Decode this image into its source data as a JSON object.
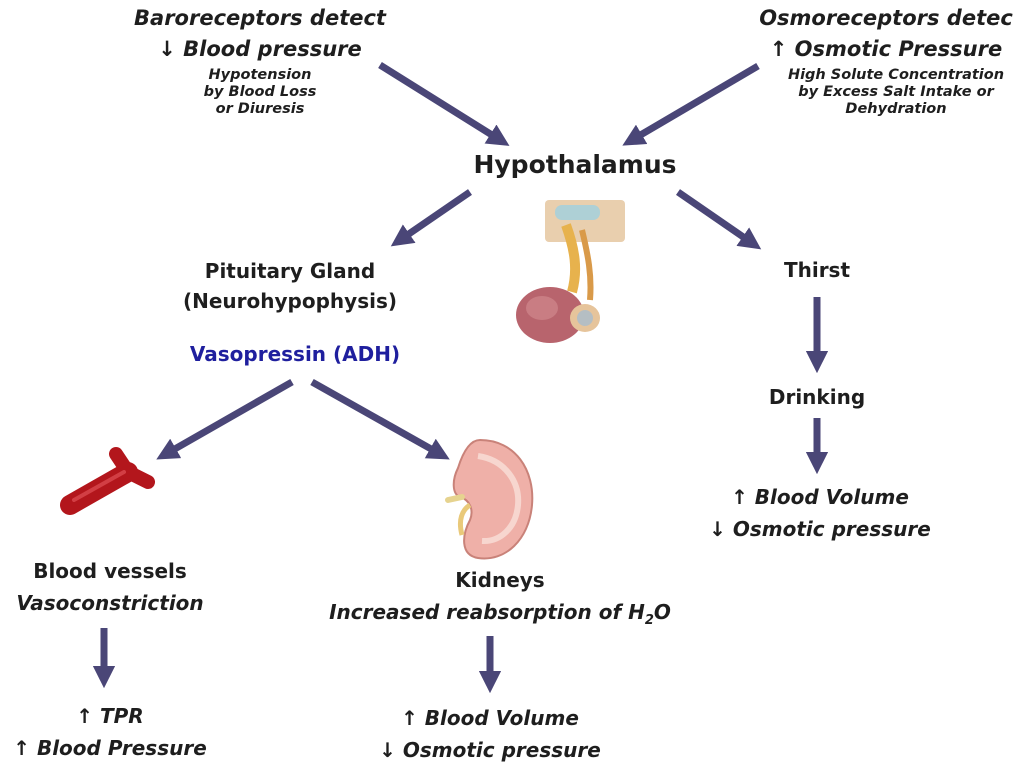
{
  "baroreceptors": {
    "line1": "Baroreceptors detect",
    "line2": "↓ Blood pressure",
    "sub": [
      "Hypotension",
      "by Blood Loss",
      "or Diuresis"
    ]
  },
  "osmoreceptors": {
    "line1": "Osmoreceptors detec",
    "line2": "↑ Osmotic Pressure",
    "sub": [
      "High Solute Concentration",
      "by Excess Salt Intake or",
      "Dehydration"
    ]
  },
  "hypothalamus": "Hypothalamus",
  "pituitary": {
    "line1": "Pituitary Gland",
    "line2": "(Neurohypophysis)",
    "hormone": "Vasopressin (ADH)"
  },
  "thirst_branch": {
    "thirst": "Thirst",
    "drinking": "Drinking",
    "result1": "↑ Blood Volume",
    "result2": "↓ Osmotic pressure"
  },
  "vessels_branch": {
    "title": "Blood vessels",
    "action": "Vasoconstriction",
    "result1": "↑ TPR",
    "result2": "↑ Blood Pressure"
  },
  "kidney_branch": {
    "title": "Kidneys",
    "action_prefix": "Increased reabsorption of H",
    "action_sub": "2",
    "action_suffix": "O",
    "result1": "↑ Blood Volume",
    "result2": "↓ Osmotic pressure"
  },
  "colors": {
    "arrow": "#4a4677",
    "hormone_text": "#1f1f9e",
    "vessel": "#b3161c",
    "kidney": "#e9a2a2"
  }
}
